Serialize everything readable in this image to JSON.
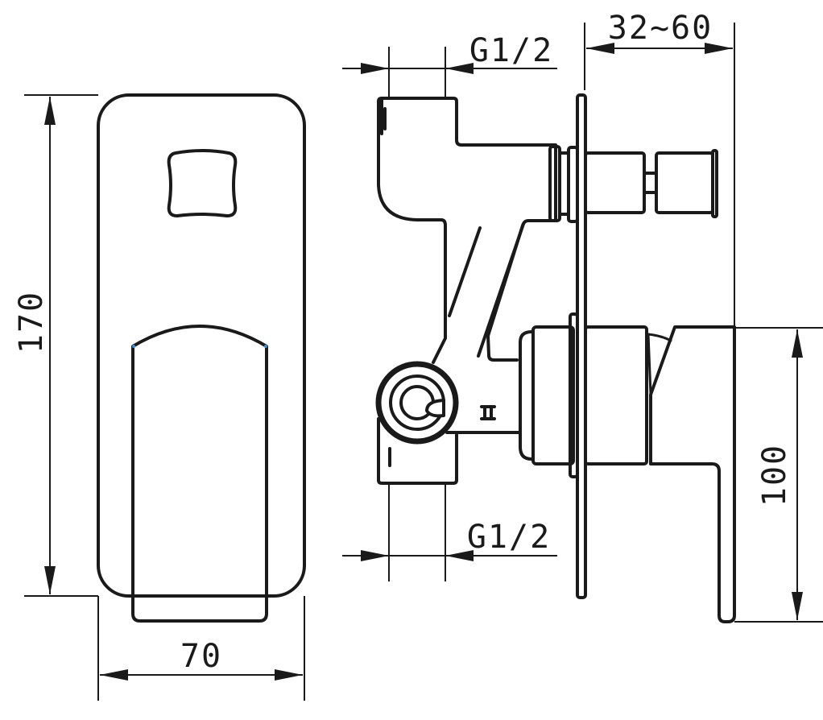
{
  "drawing": {
    "dimensions": {
      "height_total": "170",
      "width_plate": "70",
      "inlet_top": "G1/2",
      "inlet_bottom": "G1/2",
      "wall_depth": "32~60",
      "lever_height": "100"
    }
  }
}
